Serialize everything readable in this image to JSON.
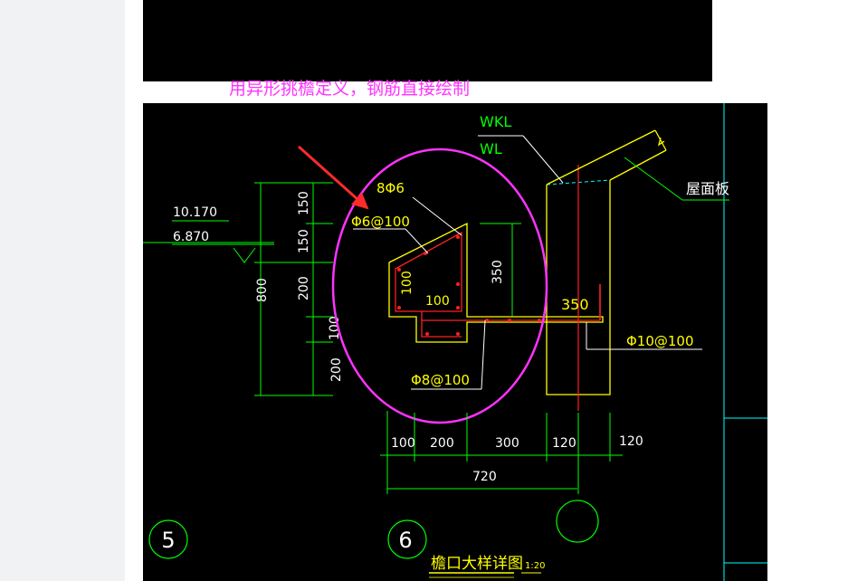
{
  "caption": "用异形挑檐定义，钢筋直接绘制",
  "drawing": {
    "title": "檐口大样详图",
    "scale": "1:20",
    "labels": {
      "wkl": "WKL",
      "wl": "WL",
      "roof_slab": "屋面板",
      "elev_1": "10.170",
      "elev_2": "6.870",
      "rebar_top": "8Φ6",
      "rebar_stirrup": "Φ6@100",
      "rebar_bottom": "Φ8@100",
      "rebar_beam": "Φ10@100"
    },
    "vertical_dims": [
      "150",
      "150",
      "200",
      "100",
      "200"
    ],
    "total_height": "800",
    "inner_dims": {
      "d100_vert": "100",
      "d100_horiz": "100",
      "d350_vert": "350",
      "d350_horiz": "350"
    },
    "horizontal_dims": [
      "100",
      "200",
      "300",
      "120",
      "120"
    ],
    "total_width": "720",
    "grid_markers": [
      "5",
      "6"
    ],
    "colors": {
      "background": "#000000",
      "dimension": "#00ff00",
      "text": "#ffff00",
      "concrete": "#ffff00",
      "rebar": "#ff2020",
      "highlight": "#ff33ff",
      "annotation": "#ff2b2b",
      "cyan": "#00ffff"
    }
  }
}
